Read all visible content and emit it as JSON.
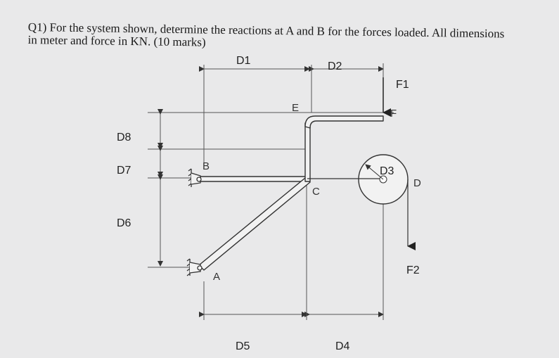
{
  "question": {
    "line1": "Q1) For the system shown, determine the reactions at A and B for the forces loaded. All dimensions",
    "line2": "in meter and force in KN. (10 marks)"
  },
  "labels": {
    "d1": "D1",
    "d2": "D2",
    "d3": "D3",
    "d4": "D4",
    "d5": "D5",
    "d6": "D6",
    "d7": "D7",
    "d8": "D8",
    "f1": "F1",
    "f2": "F2",
    "a": "A",
    "b": "B",
    "c": "C",
    "d": "D",
    "e": "E",
    "f": "F"
  },
  "colors": {
    "background": "#e9e9ea",
    "ink": "#222222",
    "member_fill": "#f2f2f2",
    "dimension_line": "#555555"
  }
}
